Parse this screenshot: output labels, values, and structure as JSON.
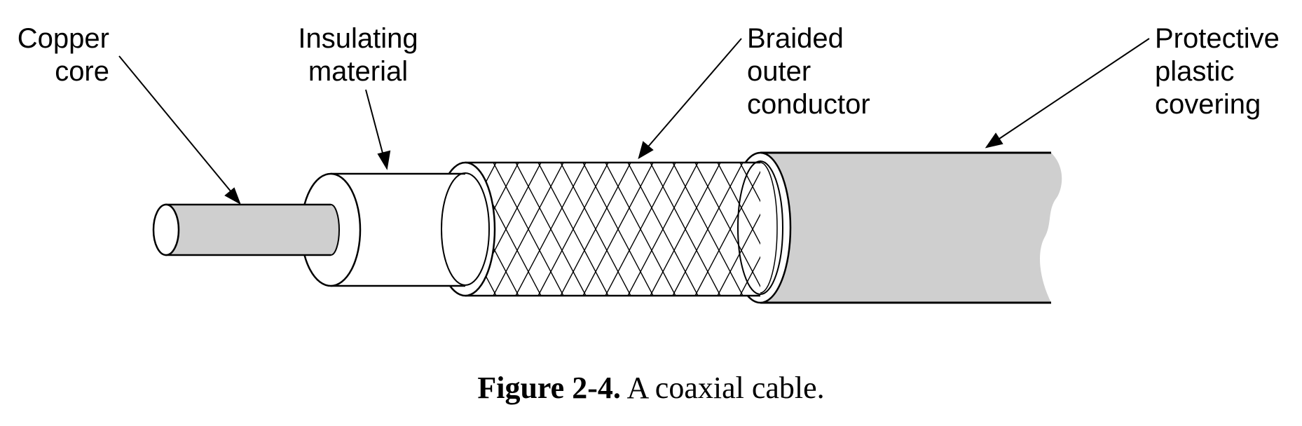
{
  "labels": {
    "copper_core": [
      "Copper",
      "core"
    ],
    "insulating_material": [
      "Insulating",
      "material"
    ],
    "braided_outer_conductor": [
      "Braided",
      "outer",
      "conductor"
    ],
    "protective_plastic_covering": [
      "Protective",
      "plastic",
      "covering"
    ]
  },
  "caption": {
    "number": "Figure 2-4.",
    "text": "A coaxial cable."
  },
  "colors": {
    "fill_gray": "#cfcfcf",
    "stroke": "#000000",
    "background": "#ffffff"
  }
}
